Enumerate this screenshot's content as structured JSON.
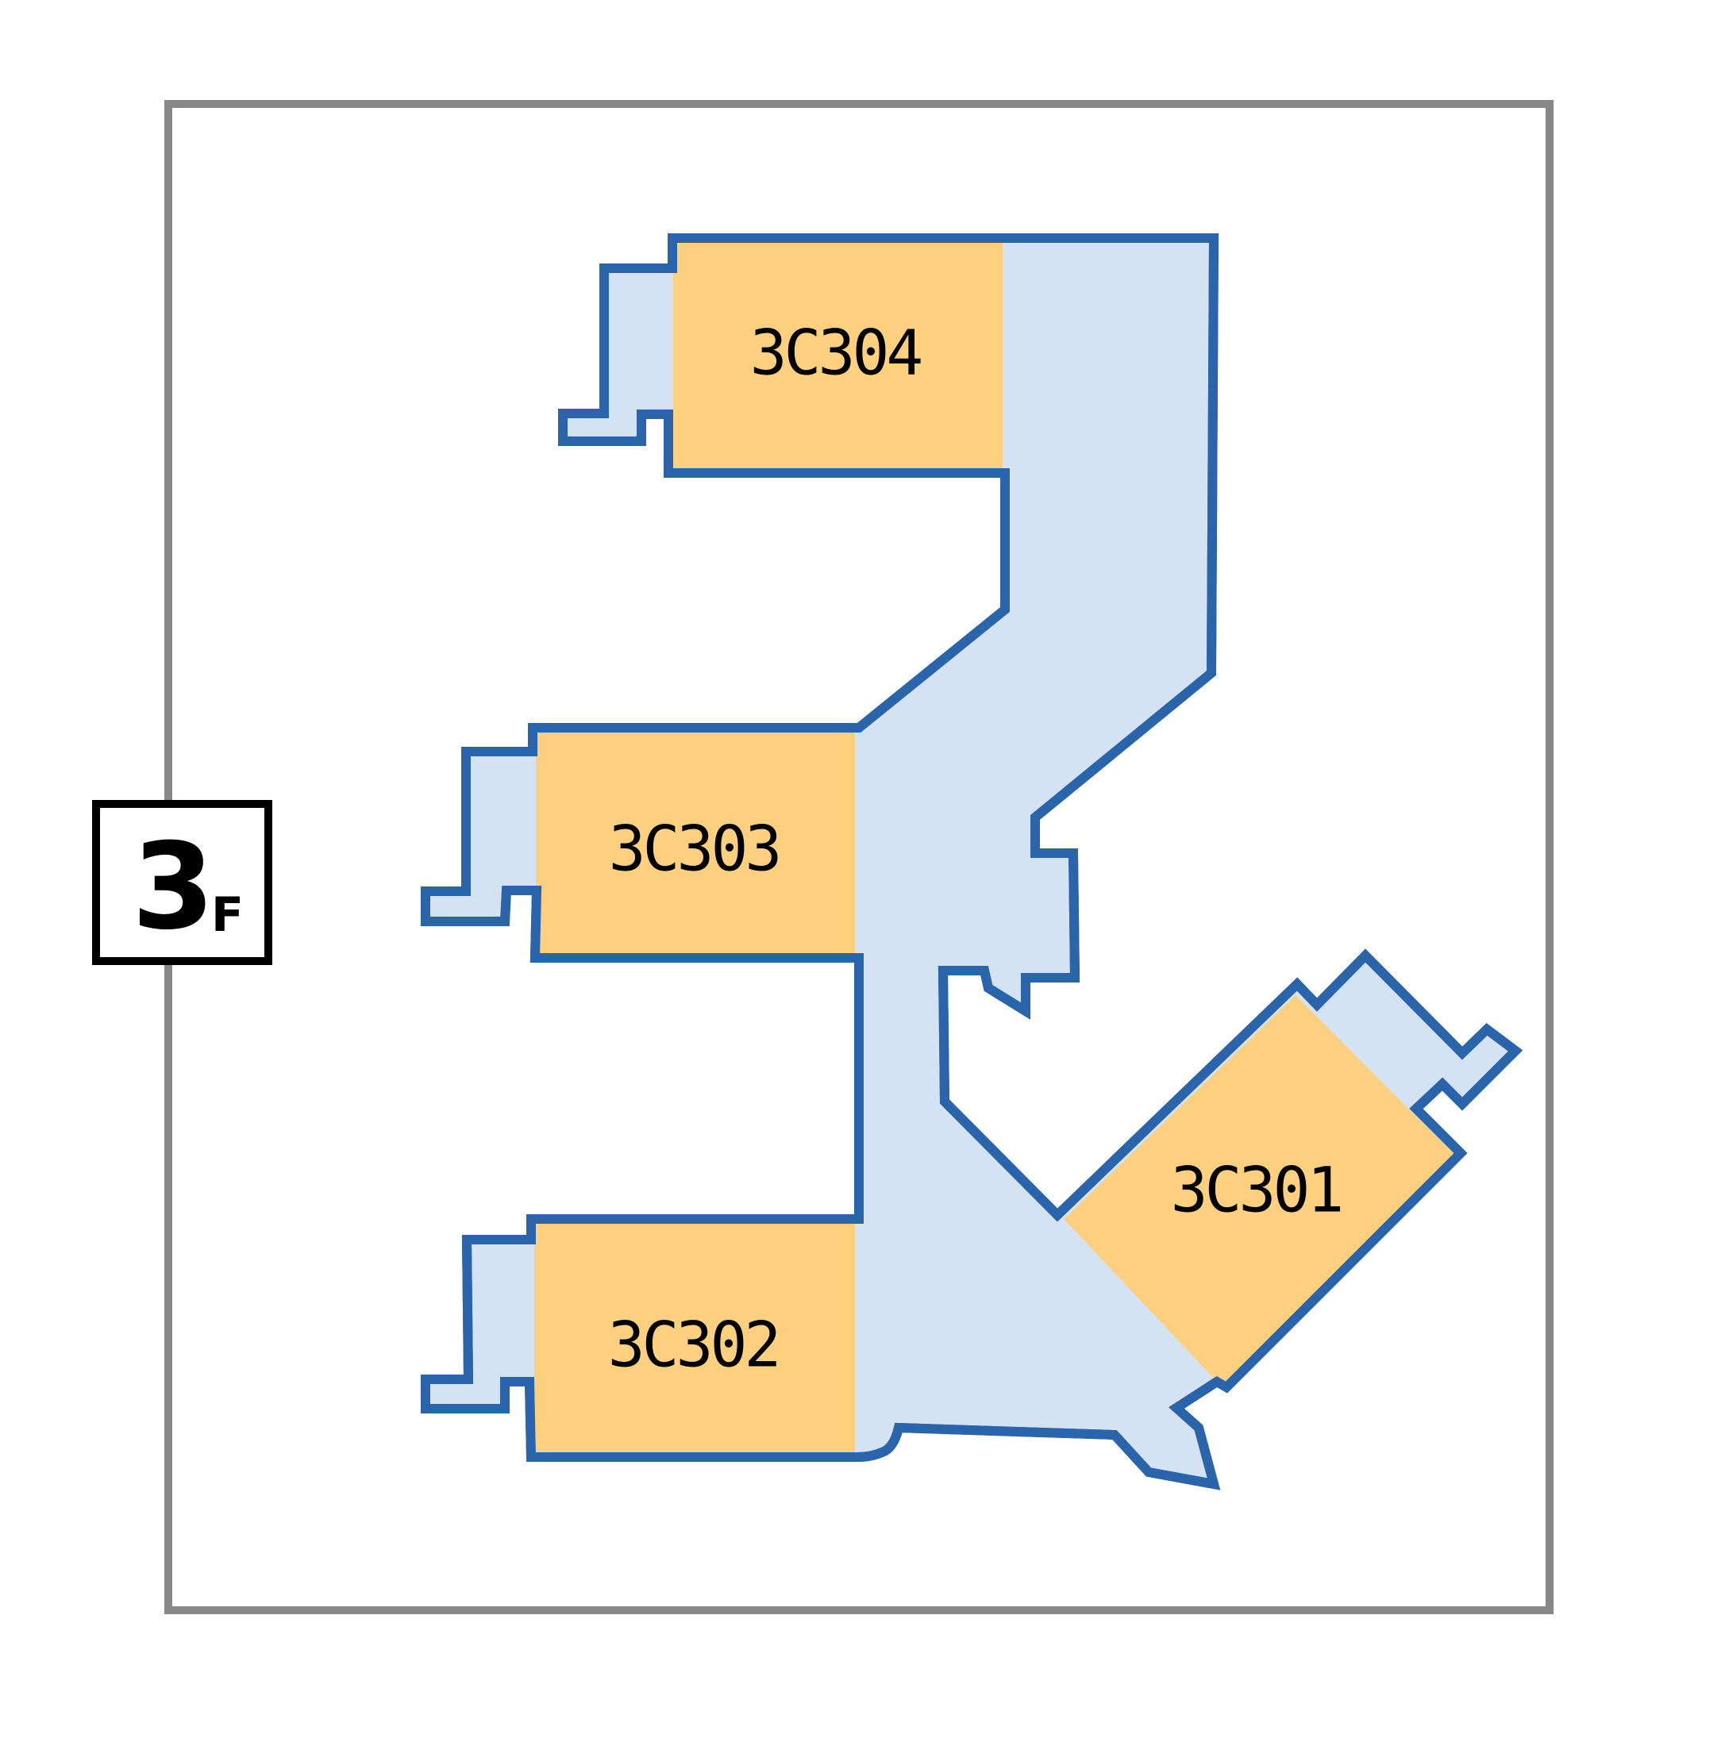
{
  "floor": {
    "number": "3",
    "suffix": "F"
  },
  "colors": {
    "frame": "#888888",
    "corridor_fill": "#d4e3f3",
    "outline": "#2a64ab",
    "room_fill": "#fdd07f",
    "badge_border": "#000000"
  },
  "rooms": [
    {
      "id": "3C304",
      "label": "3C304"
    },
    {
      "id": "3C303",
      "label": "3C303"
    },
    {
      "id": "3C302",
      "label": "3C302"
    },
    {
      "id": "3C301",
      "label": "3C301"
    }
  ]
}
